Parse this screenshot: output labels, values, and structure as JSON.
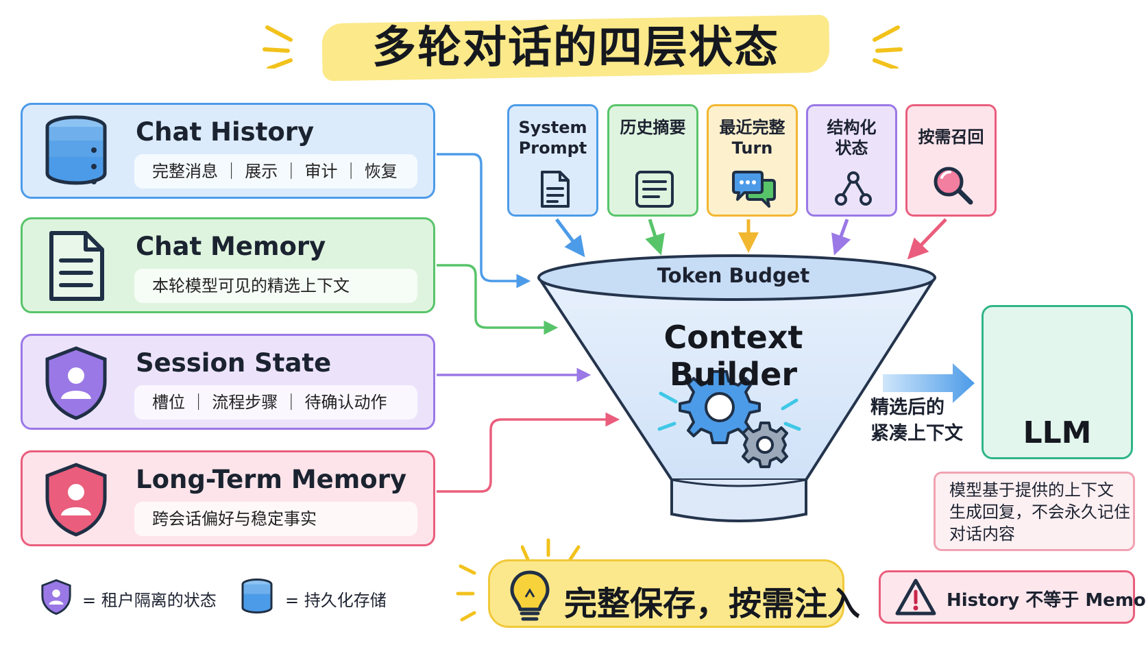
{
  "title": "多轮对话的四层状态",
  "layers": [
    {
      "title": "Chat History",
      "desc": "完整消息 ｜ 展示 ｜ 审计 ｜ 恢复",
      "icon": "database-icon",
      "color": "#4c9be8"
    },
    {
      "title": "Chat Memory",
      "desc": "本轮模型可见的精选上下文",
      "icon": "document-icon",
      "color": "#58c46a"
    },
    {
      "title": "Session State",
      "desc": "槽位 ｜ 流程步骤 ｜ 待确认动作",
      "icon": "shield-user-icon",
      "color": "#9a78e6"
    },
    {
      "title": "Long-Term Memory",
      "desc": "跨会话偏好与稳定事实",
      "icon": "shield-user-icon",
      "color": "#ea5d7c"
    }
  ],
  "inputs": [
    {
      "label": "System\nPrompt",
      "icon": "document-icon",
      "color": "#4c9be8"
    },
    {
      "label": "历史摘要",
      "icon": "list-icon",
      "color": "#58c46a"
    },
    {
      "label": "最近完整\nTurn",
      "icon": "chat-bubbles-icon",
      "color": "#f2b731"
    },
    {
      "label": "结构化\n状态",
      "icon": "graph-icon",
      "color": "#9a78e6"
    },
    {
      "label": "按需召回",
      "icon": "search-icon",
      "color": "#ea5d7c"
    }
  ],
  "funnel": {
    "budget_label": "Token Budget",
    "builder_label": "Context Builder"
  },
  "output_label": "精选后的\n紧凑上下文",
  "llm": {
    "label": "LLM"
  },
  "note": "模型基于提供的上下文\n生成回复，不会永久记住\n对话内容",
  "warning": "History 不等于 Memory",
  "slogan": "完整保存，按需注入",
  "legend": [
    {
      "icon": "shield-user-icon",
      "text": "= 租户隔离的状态"
    },
    {
      "icon": "database-icon",
      "text": "= 持久化存储"
    }
  ]
}
